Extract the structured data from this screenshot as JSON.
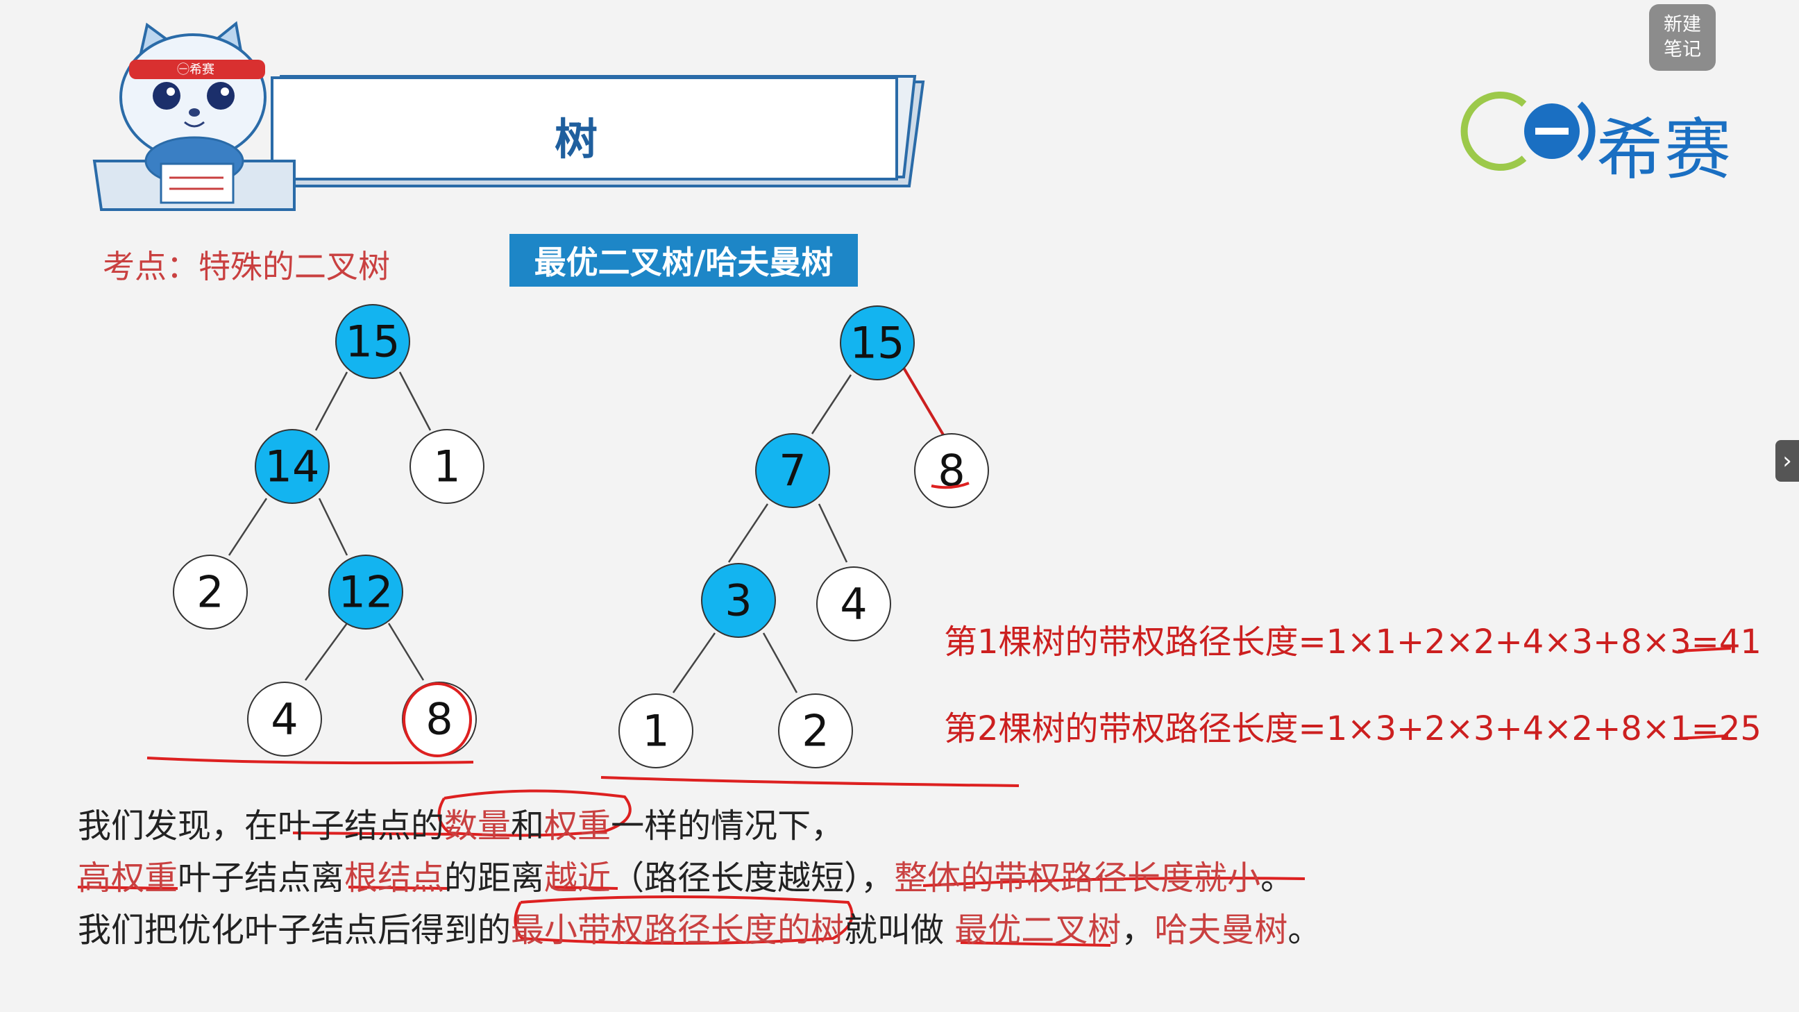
{
  "header": {
    "title": "树",
    "note_button": [
      "新建",
      "笔记"
    ],
    "brand_name": "希赛",
    "mascot_band_text": "㊀希赛"
  },
  "topic": {
    "kaodian": "考点：特殊的二叉树",
    "section_label": "最优二叉树/哈夫曼树"
  },
  "tree1": {
    "nodes": [
      "15",
      "14",
      "1",
      "2",
      "12",
      "4",
      "8"
    ]
  },
  "tree2": {
    "nodes": [
      "15",
      "7",
      "8",
      "3",
      "4",
      "1",
      "2"
    ]
  },
  "formulas": {
    "f1": "第1棵树的带权路径长度=1×1+2×2+4×3+8×3=41",
    "f2": "第2棵树的带权路径长度=1×3+2×3+4×2+8×1=25"
  },
  "paragraphs": {
    "p1": [
      "我们发现，在叶子结点的",
      "数量",
      "和",
      "权重",
      "一样的情况下，"
    ],
    "p2": [
      "高权重",
      "叶子结点离",
      "根结点",
      "的距离",
      "越近",
      "（路径长度越短），",
      "整体的带权路径长度就小",
      "。"
    ],
    "p3": [
      "我们把优化叶子结点后得到的",
      "最小带权路径长度的树",
      "就叫做 ",
      "最优二叉树",
      "，",
      "哈夫曼树",
      "。"
    ]
  },
  "colors": {
    "node_filled": "#13b4f0",
    "node_empty": "#ffffff",
    "accent_red": "#cc1f1f",
    "brand_blue": "#1a6fc2",
    "label_blue": "#1d86c7"
  }
}
